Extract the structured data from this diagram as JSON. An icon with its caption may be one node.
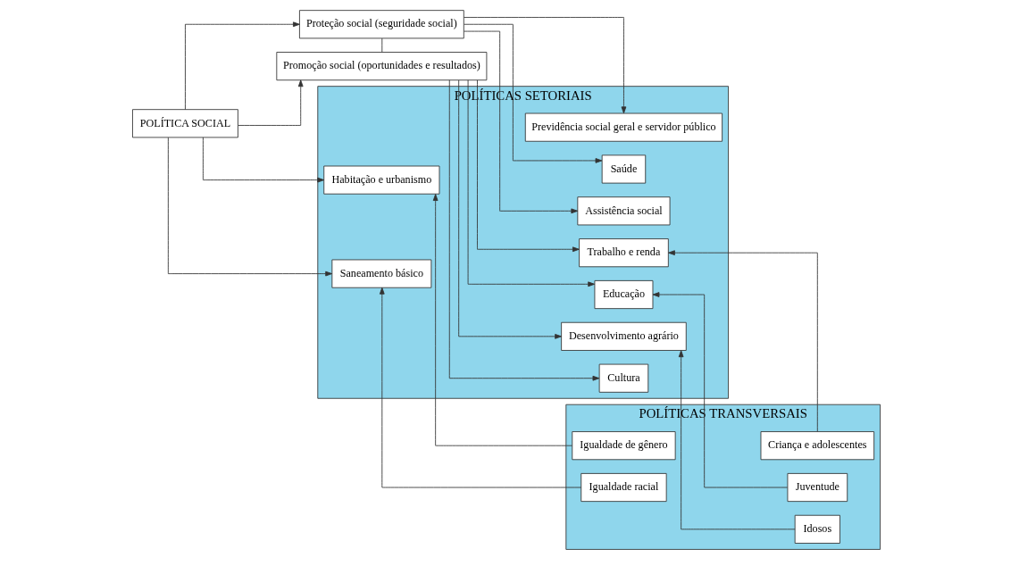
{
  "diagram": {
    "nodes": [
      {
        "text": [
          "POLÍTICA SOCIAL"
        ]
      },
      {
        "text": [
          "Proteção social (seguridade social)"
        ]
      },
      {
        "text": [
          "Promoção social (oportunidades e resultados)"
        ]
      },
      {
        "text": [
          "POLÍTICAS SETORIAIS"
        ]
      },
      {
        "text": [
          "Previdência social geral e servidor público"
        ],
        "in": 3
      },
      {
        "text": [
          "Saúde"
        ],
        "in": 3
      },
      {
        "text": [
          "Assistência social"
        ],
        "in": 3
      },
      {
        "text": [
          "Habitação e urbanismo"
        ],
        "in": 3
      },
      {
        "text": [
          "Saneamento básico"
        ],
        "in": 3
      },
      {
        "text": [
          "Trabalho e renda"
        ],
        "in": 3
      },
      {
        "text": [
          "Educação"
        ],
        "in": 3
      },
      {
        "text": [
          "Desenvolvimento agrário"
        ],
        "in": 3
      },
      {
        "text": [
          "Cultura"
        ],
        "in": 3
      },
      {
        "text": [
          "POLÍTICAS TRANSVERSAIS"
        ]
      },
      {
        "text": [
          "Igualdade de gênero"
        ],
        "in": 13
      },
      {
        "text": [
          "Igualdade racial"
        ],
        "in": 13
      },
      {
        "text": [
          "Criança e adolescentes"
        ],
        "in": 13
      },
      {
        "text": [
          "Juventude"
        ],
        "in": 13
      },
      {
        "text": [
          "Idosos"
        ],
        "in": 13
      }
    ],
    "edges": [
      {
        "from": 0,
        "to": 1,
        "arrow": "to"
      },
      {
        "from": 0,
        "to": 2,
        "arrow": "to"
      },
      {
        "from": 1,
        "to": 2,
        "arrow": "none"
      },
      {
        "from": 1,
        "to": 4,
        "arrow": "to"
      },
      {
        "from": 1,
        "to": 5,
        "arrow": "to"
      },
      {
        "from": 1,
        "to": 6,
        "arrow": "to"
      },
      {
        "from": 0,
        "to": 7,
        "arrow": "to"
      },
      {
        "from": 0,
        "to": 8,
        "arrow": "to"
      },
      {
        "from": 2,
        "to": 9,
        "arrow": "to"
      },
      {
        "from": 2,
        "to": 10,
        "arrow": "to"
      },
      {
        "from": 2,
        "to": 11,
        "arrow": "to"
      },
      {
        "from": 2,
        "to": 12,
        "arrow": "to"
      },
      {
        "from": 14,
        "to": 3,
        "arrow": "to"
      },
      {
        "from": 15,
        "to": 3,
        "arrow": "to"
      },
      {
        "from": 16,
        "to": 3,
        "arrow": "to"
      },
      {
        "from": 17,
        "to": 3,
        "arrow": "to"
      },
      {
        "from": 18,
        "to": 3,
        "arrow": "to"
      }
    ]
  }
}
